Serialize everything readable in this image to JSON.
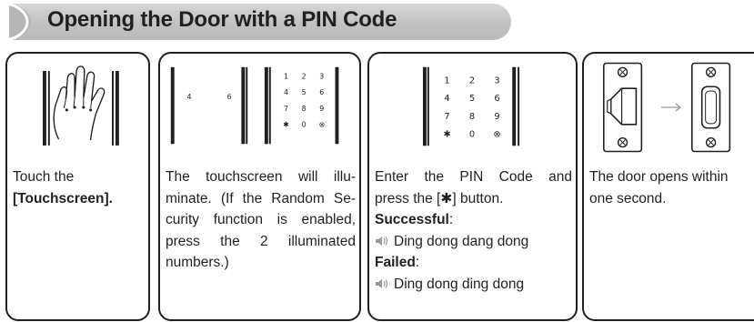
{
  "header": {
    "title": "Opening the Door with a PIN Code"
  },
  "steps": [
    {
      "lines": [
        "Touch the",
        "[Touchscreen]."
      ],
      "bold_suffix": "."
    },
    {
      "lines": [
        "The touchscreen will illu-",
        "minate. (If the Random Se-",
        "curity function is enabled,",
        "press the 2 illuminated",
        "numbers.)"
      ]
    },
    {
      "line1": "Enter the PIN Code and",
      "line2": "press the [✱] button.",
      "success_label": "Successful",
      "success_colon": ":",
      "success_sound": "Ding dong dang dong",
      "failed_label": "Failed",
      "failed_colon": ":",
      "failed_sound": "Ding dong ding dong"
    },
    {
      "lines": [
        "The door opens within",
        "one second."
      ]
    }
  ],
  "keypad": {
    "partial": [
      "4",
      "6"
    ],
    "keys": [
      "1",
      "2",
      "3",
      "4",
      "5",
      "6",
      "7",
      "8",
      "9",
      "✱",
      "0",
      "⊗"
    ]
  },
  "icons": {
    "sound": "speaker-sound-icon",
    "arrow": "right-arrow-icon",
    "screw": "screw-icon"
  }
}
